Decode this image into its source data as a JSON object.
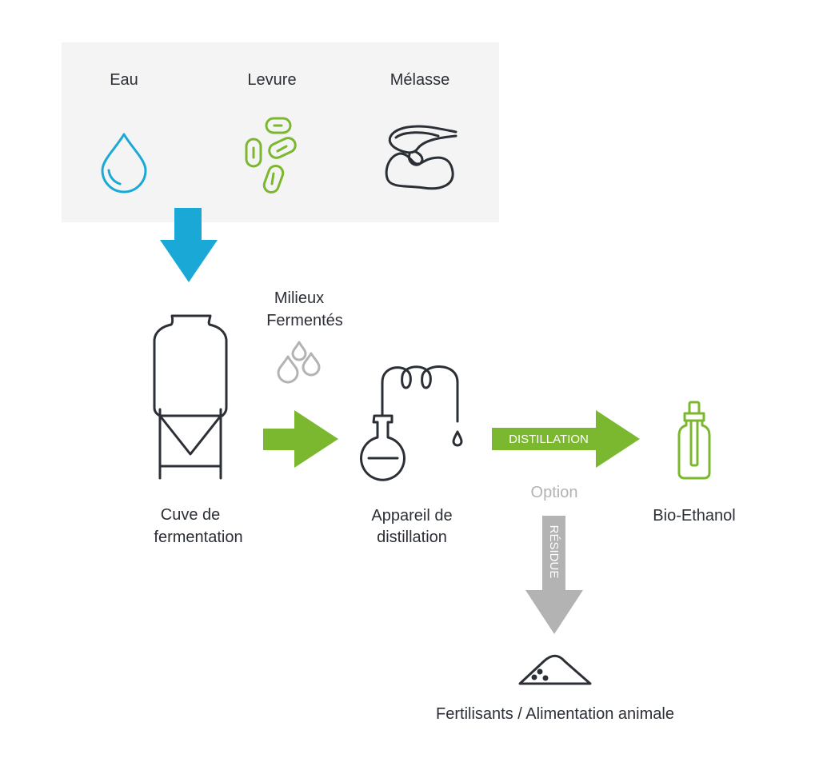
{
  "colors": {
    "water": "#1aa9d6",
    "green": "#7cb82f",
    "gray": "#b3b3b3",
    "dark": "#2b2f36",
    "panel": "#f4f4f4"
  },
  "inputs": [
    {
      "label": "Eau",
      "icon": "water-drop-icon"
    },
    {
      "label": "Levure",
      "icon": "yeast-icon"
    },
    {
      "label": "Mélasse",
      "icon": "molasses-icon"
    }
  ],
  "fermented": {
    "line1": "Milieux",
    "line2": "Fermentés",
    "icon": "drops-icon"
  },
  "tank": {
    "line1": "Cuve de",
    "line2": "fermentation",
    "icon": "fermentation-tank-icon"
  },
  "still": {
    "line1": "Appareil de",
    "line2": "distillation",
    "icon": "distillation-flask-icon"
  },
  "distillation_arrow": "DISTILLATION",
  "option": "Option",
  "residue_arrow": "RÉSIDUE",
  "product": {
    "label": "Bio-Ethanol",
    "icon": "bottle-icon"
  },
  "byproduct": {
    "label": "Fertilisants / Alimentation animale",
    "icon": "powder-pile-icon"
  }
}
